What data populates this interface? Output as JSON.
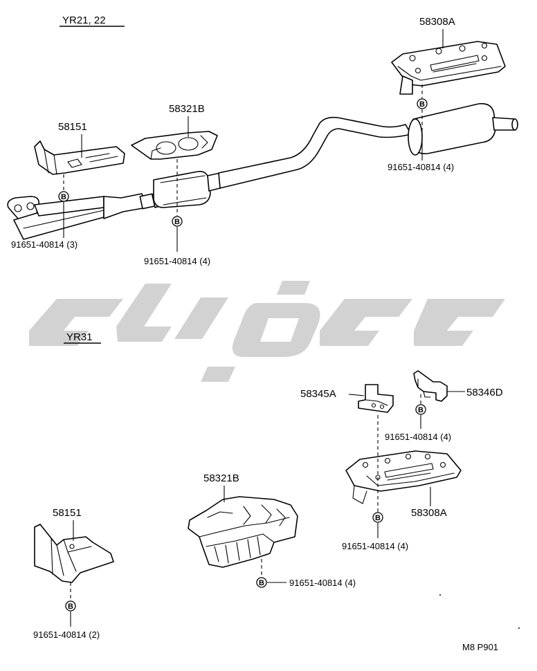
{
  "sections": {
    "top": "YR21, 22",
    "bottom": "YR31"
  },
  "parts": {
    "top_58308A": "58308A",
    "top_58321B": "58321B",
    "top_58151": "58151",
    "bot_58345A": "58345A",
    "bot_58346D": "58346D",
    "bot_58321B": "58321B",
    "bot_58308A": "58308A",
    "bot_58151": "58151"
  },
  "bolts": {
    "symbol": "B",
    "top_muffler": "91651-40814 (4)",
    "top_front": "91651-40814 (3)",
    "top_center": "91651-40814 (4)",
    "bot_bracket": "91651-40814 (4)",
    "bot_58308A": "91651-40814 (4)",
    "bot_58321B": "91651-40814 (4)",
    "bot_58151": "91651-40814 (2)"
  },
  "ref_code": "M8 P901",
  "colors": {
    "line": "#000000",
    "watermark": "#d2d2d2",
    "background": "#ffffff"
  }
}
